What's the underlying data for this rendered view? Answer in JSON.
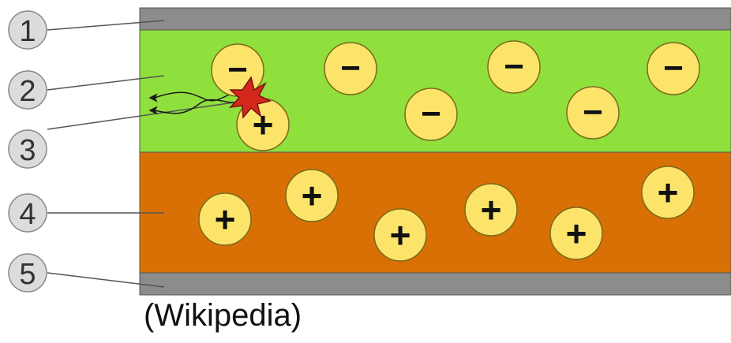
{
  "layers": [
    {
      "label": "1",
      "color": "#8c8c8c"
    },
    {
      "label": "2",
      "color": "#8fe03c"
    },
    {
      "label": "3",
      "color": "#8fe03c"
    },
    {
      "label": "4",
      "color": "#d97006"
    },
    {
      "label": "5",
      "color": "#8c8c8c"
    }
  ],
  "charges": {
    "negative_symbol": "−",
    "positive_symbol": "+",
    "ion_fill": "#fce46a",
    "spark_color": "#d4281c"
  },
  "caption": "(Wikipedia)"
}
